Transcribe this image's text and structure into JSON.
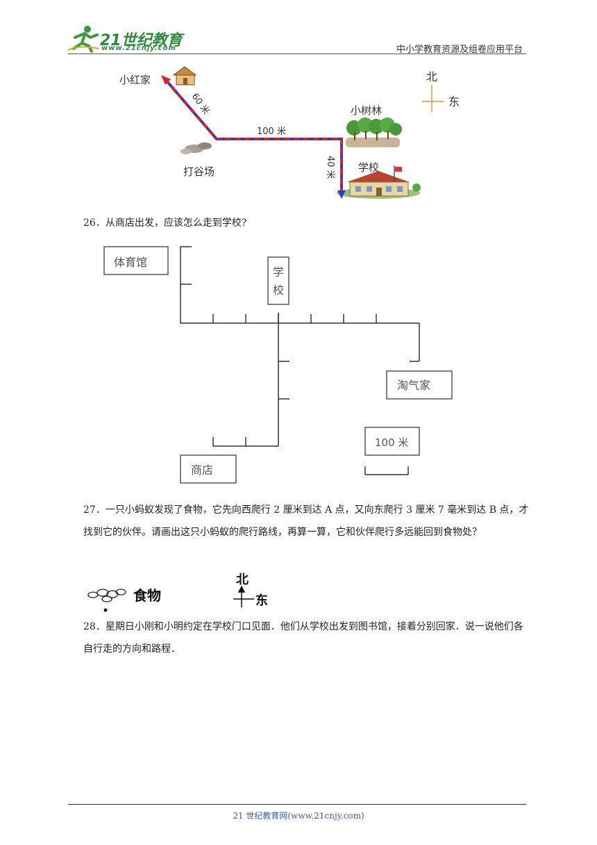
{
  "header": {
    "logo_main": "21世纪教育",
    "logo_url": "www.21cnjy.com",
    "tagline": "中小学教育资源及组卷应用平台"
  },
  "map1": {
    "home_label": "小红家",
    "grove_label": "小树林",
    "field_label": "打谷场",
    "school_label": "学校",
    "seg_a": "60 米",
    "seg_b": "100 米",
    "seg_c": "40 米",
    "north": "北",
    "east": "东"
  },
  "q26": {
    "text": "26．从商店出发，应该怎么走到学校?",
    "gym": "体育馆",
    "school": "学校",
    "home": "淘气家",
    "shop": "商店",
    "scale": "100 米"
  },
  "q27": {
    "text": "27．一只小蚂蚁发现了食物，它先向西爬行 2 厘米到达 A 点，又向东爬行 3 厘米 7 毫米到达 B 点，才找到它的伙伴。请画出这只小蚂蚁的爬行路线，再算一算，它和伙伴爬行多远能回到食物处？",
    "food": "食物",
    "north": "北",
    "east": "东"
  },
  "q28": {
    "text": "28．星期日小刚和小明约定在学校门口见面．他们从学校出发到图书馆，接着分别回家．说一说他们各自行走的方向和路程．"
  },
  "footer": {
    "text": "21 世纪教育网(www.21cnjy.com)"
  }
}
